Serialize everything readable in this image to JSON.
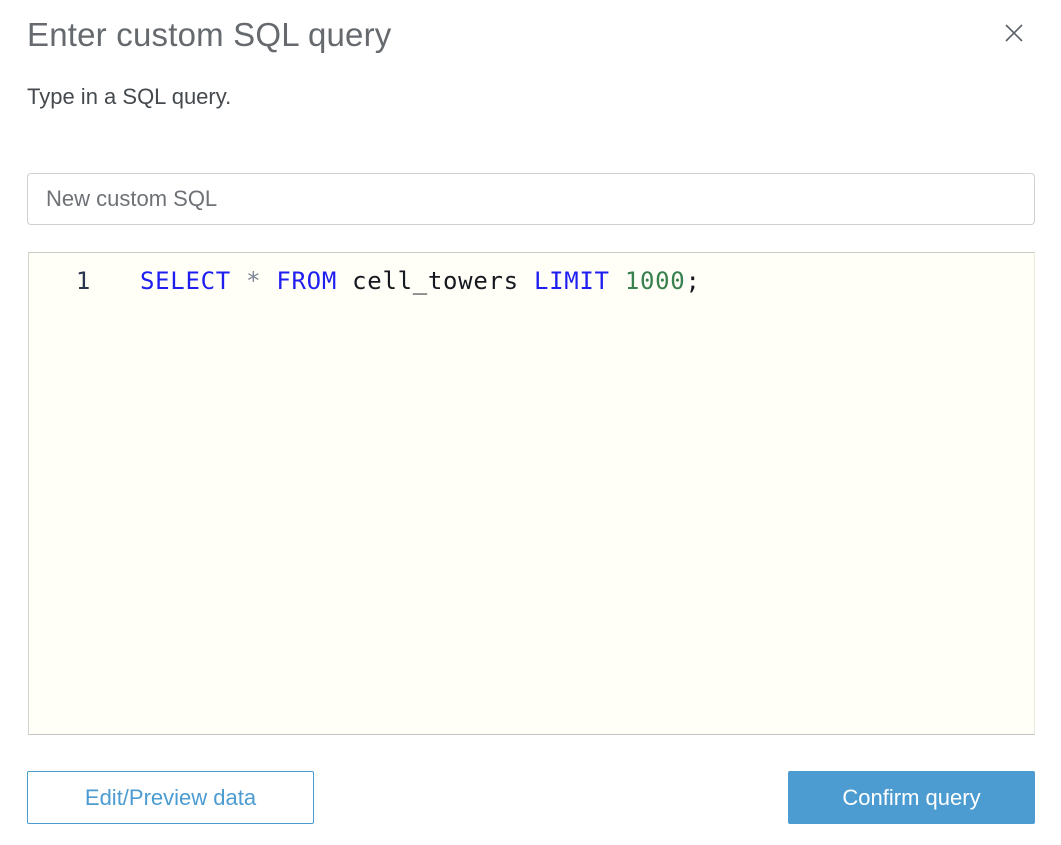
{
  "dialog": {
    "title": "Enter custom SQL query",
    "subtitle": "Type in a SQL query."
  },
  "name_field": {
    "value": "New custom SQL"
  },
  "sql_editor": {
    "line_number": "1",
    "query": "SELECT * FROM cell_towers LIMIT 1000;",
    "tokens": [
      {
        "t": "SELECT",
        "c": "kw"
      },
      {
        "t": " ",
        "c": "pl"
      },
      {
        "t": "*",
        "c": "op"
      },
      {
        "t": " ",
        "c": "pl"
      },
      {
        "t": "FROM",
        "c": "kw"
      },
      {
        "t": " ",
        "c": "pl"
      },
      {
        "t": "cell_towers",
        "c": "id"
      },
      {
        "t": " ",
        "c": "pl"
      },
      {
        "t": "LIMIT",
        "c": "kw"
      },
      {
        "t": " ",
        "c": "pl"
      },
      {
        "t": "1000",
        "c": "num"
      },
      {
        "t": ";",
        "c": "pl"
      }
    ]
  },
  "actions": {
    "edit_preview_label": "Edit/Preview data",
    "confirm_label": "Confirm query"
  },
  "colors": {
    "accent_blue": "#4c9cd2",
    "keyword": "#1e1ef0",
    "operator": "#7e8795",
    "identifier": "#16191f",
    "number": "#38804e",
    "line_number_color": "#2a3550",
    "editor_background": "#fffef7",
    "title_gray": "#666a6e"
  }
}
